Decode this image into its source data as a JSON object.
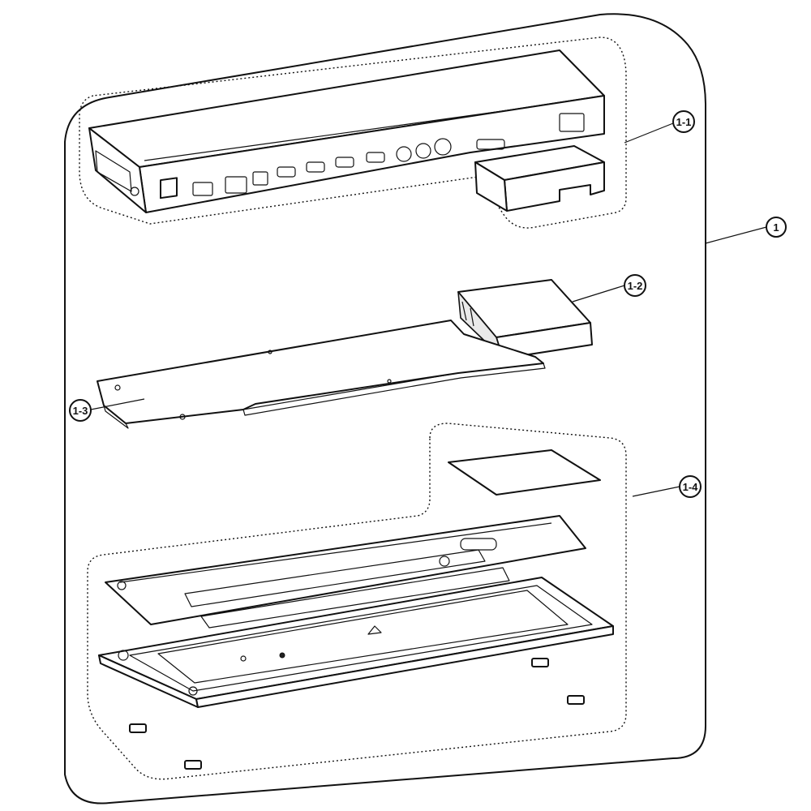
{
  "callouts": {
    "assembly": "1",
    "front_panel": "1-1",
    "box_component": "1-2",
    "main_board": "1-3",
    "base_kit": "1-4"
  }
}
